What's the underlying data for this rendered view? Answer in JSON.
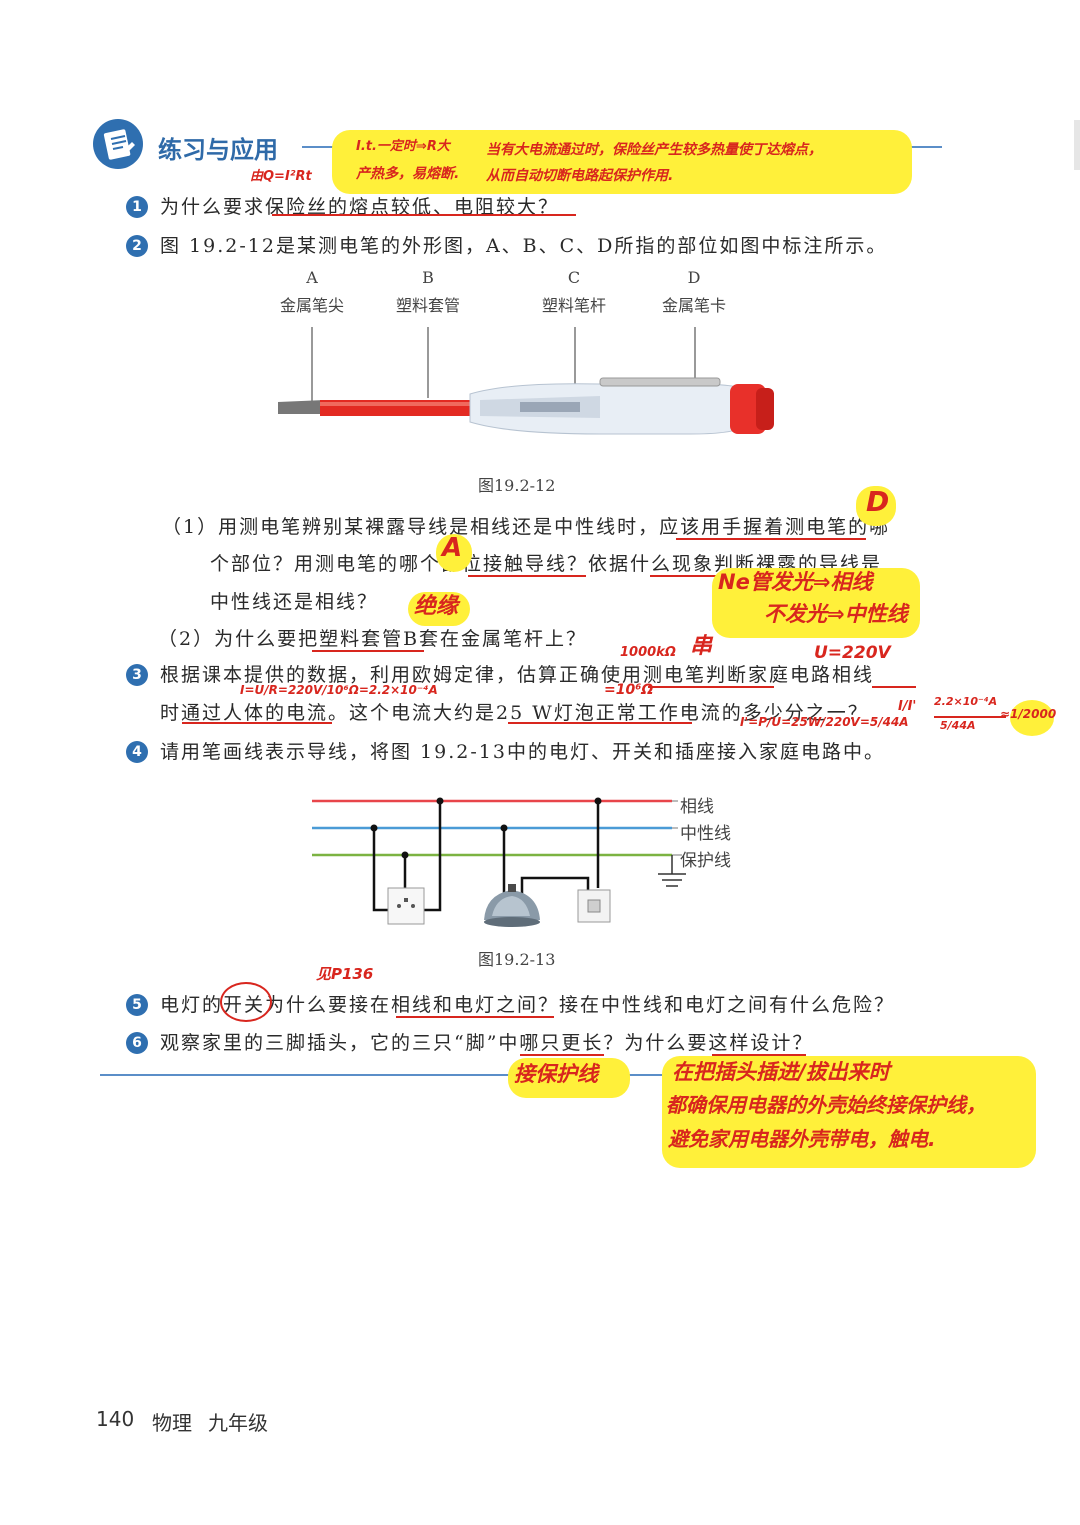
{
  "section": {
    "title": "练习与应用"
  },
  "annotations": {
    "q1_formula": "由Q=I²Rt",
    "q1_reason_line1": "I.t.一定时⇒R大",
    "q1_reason_line2": "产热多，易熔断.",
    "q1_answer_line1": "当有大电流通过时，保险丝产生较多热量使丁达熔点，",
    "q1_answer_line2": "从而自动切断电路起保护作用.",
    "q2_part1_hold": "D",
    "q2_part1_touch": "A",
    "q2_part1_result1": "Ne管发光⇒相线",
    "q2_part1_result2": "不发光⇒中性线",
    "q2_part2_answer": "绝缘",
    "q3_resistance": "1000kΩ",
    "q3_resistance_si": "=10⁶Ω",
    "q3_series": "串",
    "q3_voltage": "U=220V",
    "q3_current_calc": "I=U/R=220V/10⁶Ω=2.2×10⁻⁴A",
    "q3_lamp_calc": "I'=P/U=25W/220V=5/44A",
    "q3_ratio_lhs": "I/I'",
    "q3_ratio_num": "2.2×10⁻⁴A",
    "q3_ratio_den": "5/44A",
    "q3_ratio_result": "≈1/2000",
    "q5_ref": "见P136",
    "q6_answer_short": "接保护线",
    "q6_answer_line1": "在把插头插进/拔出来时",
    "q6_answer_line2": "都确保用电器的外壳始终接保护线，",
    "q6_answer_line3": "避免家用电器外壳带电，触电."
  },
  "questions": {
    "q1": {
      "num": "1",
      "text": "为什么要求保险丝的熔点较低、电阻较大？"
    },
    "q2": {
      "num": "2",
      "text": "图 19.2-12是某测电笔的外形图，A、B、C、D所指的部位如图中标注所示。"
    },
    "q2_sub1_line1": "（1）用测电笔辨别某裸露导线是相线还是中性线时，应该用手握着测电笔的哪",
    "q2_sub1_line2": "个部位？用测电笔的哪个部位接触导线？依据什么现象判断裸露的导线是",
    "q2_sub1_line3": "中性线还是相线？",
    "q2_sub2": "（2）为什么要把塑料套管B套在金属笔杆上？",
    "q3": {
      "num": "3",
      "line1": "根据课本提供的数据，利用欧姆定律，估算正确使用测电笔判断家庭电路相线",
      "line2": "时通过人体的电流。这个电流大约是25 W灯泡正常工作电流的多少分之一？"
    },
    "q4": {
      "num": "4",
      "text": "请用笔画线表示导线，将图 19.2-13中的电灯、开关和插座接入家庭电路中。"
    },
    "q5": {
      "num": "5",
      "text": "电灯的开关为什么要接在相线和电灯之间？接在中性线和电灯之间有什么危险？"
    },
    "q6": {
      "num": "6",
      "text": "观察家里的三脚插头，它的三只“脚”中哪只更长？为什么要这样设计？"
    }
  },
  "figure_pen": {
    "caption": "图19.2-12",
    "parts": [
      {
        "letter": "A",
        "name": "金属笔尖"
      },
      {
        "letter": "B",
        "name": "塑料套管"
      },
      {
        "letter": "C",
        "name": "塑料笔杆"
      },
      {
        "letter": "D",
        "name": "金属笔卡"
      }
    ]
  },
  "figure_circuit": {
    "caption": "图19.2-13",
    "wires": [
      {
        "name": "相线",
        "color": "#e8454a"
      },
      {
        "name": "中性线",
        "color": "#4a9bd6"
      },
      {
        "name": "保护线",
        "color": "#7cb342"
      }
    ]
  },
  "footer": {
    "page": "140",
    "subject": "物理",
    "grade": "九年级"
  },
  "colors": {
    "accent": "#2f6fb0",
    "ink_red": "#d8261e",
    "highlight": "#fff03a"
  }
}
